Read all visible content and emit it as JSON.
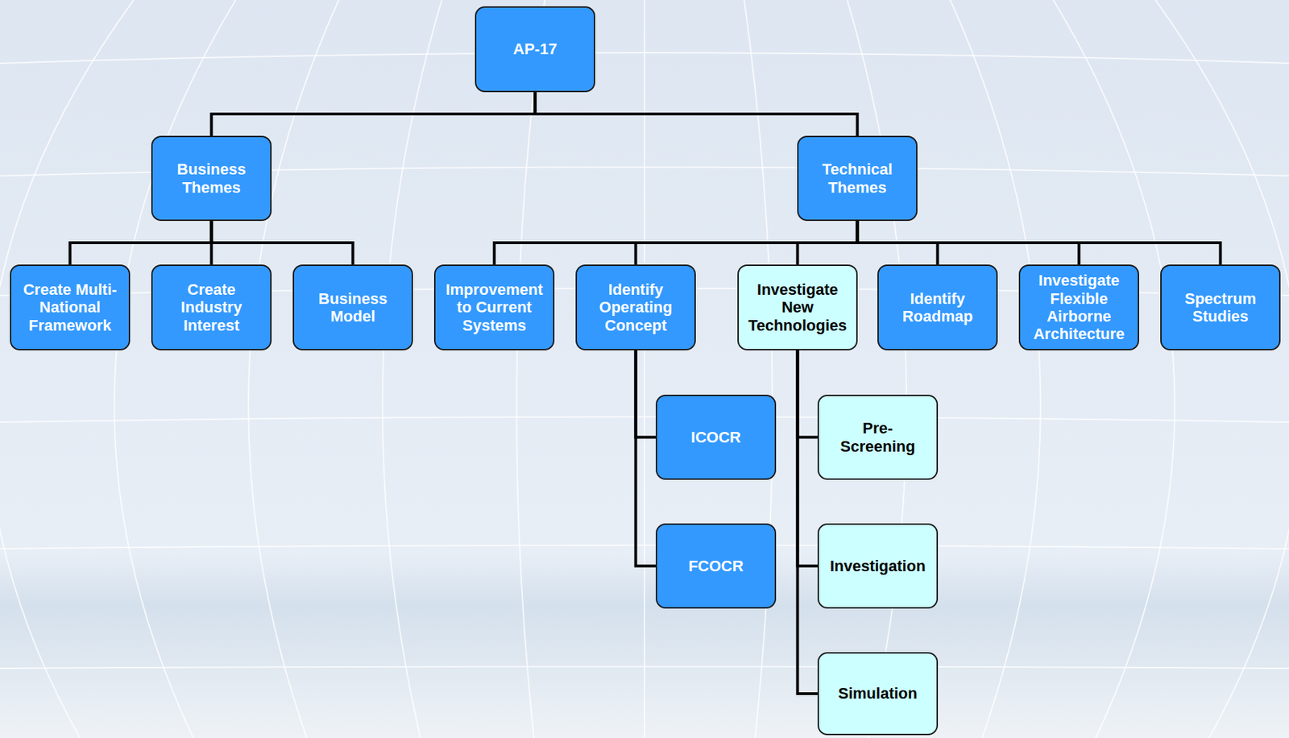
{
  "diagram": {
    "nodes": [
      {
        "text": [
          "AP-17"
        ]
      },
      {
        "text": [
          "Business Themes"
        ]
      },
      {
        "text": [
          "Technical Themes"
        ]
      },
      {
        "text": [
          "Create Multi-National Framework"
        ]
      },
      {
        "text": [
          "Create Industry Interest"
        ]
      },
      {
        "text": [
          "Business Model"
        ]
      },
      {
        "text": [
          "Improvement to Current Systems"
        ]
      },
      {
        "text": [
          "Identify Operating Concept"
        ]
      },
      {
        "text": [
          "Investigate New Technologies"
        ]
      },
      {
        "text": [
          "Identify Roadmap"
        ]
      },
      {
        "text": [
          "Investigate Flexible Airborne Architecture"
        ]
      },
      {
        "text": [
          "Spectrum Studies"
        ]
      },
      {
        "text": [
          "ICOCR"
        ]
      },
      {
        "text": [
          "FCOCR"
        ]
      },
      {
        "text": [
          "Pre-Screening"
        ]
      },
      {
        "text": [
          "Investigation"
        ]
      },
      {
        "text": [
          "Simulation"
        ]
      }
    ],
    "edges": [
      {
        "from": 0,
        "to": 1,
        "arrow": "none"
      },
      {
        "from": 0,
        "to": 2,
        "arrow": "none"
      },
      {
        "from": 1,
        "to": 3,
        "arrow": "none"
      },
      {
        "from": 1,
        "to": 4,
        "arrow": "none"
      },
      {
        "from": 1,
        "to": 5,
        "arrow": "none"
      },
      {
        "from": 2,
        "to": 6,
        "arrow": "none"
      },
      {
        "from": 2,
        "to": 7,
        "arrow": "none"
      },
      {
        "from": 2,
        "to": 8,
        "arrow": "none"
      },
      {
        "from": 2,
        "to": 9,
        "arrow": "none"
      },
      {
        "from": 2,
        "to": 10,
        "arrow": "none"
      },
      {
        "from": 2,
        "to": 11,
        "arrow": "none"
      },
      {
        "from": 7,
        "to": 12,
        "arrow": "none"
      },
      {
        "from": 7,
        "to": 13,
        "arrow": "none"
      },
      {
        "from": 8,
        "to": 14,
        "arrow": "none"
      },
      {
        "from": 8,
        "to": 15,
        "arrow": "none"
      },
      {
        "from": 8,
        "to": 16,
        "arrow": "none"
      }
    ]
  }
}
